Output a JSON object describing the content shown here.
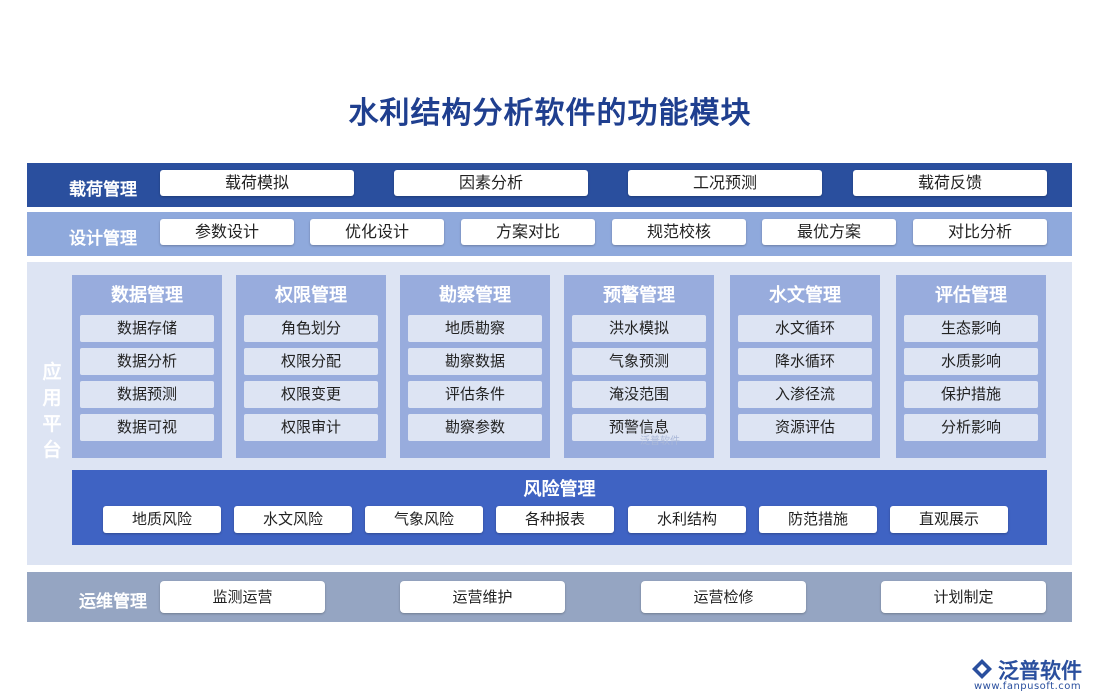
{
  "title": "水利结构分析软件的功能模块",
  "load": {
    "label": "载荷管理",
    "items": [
      "载荷模拟",
      "因素分析",
      "工况预测",
      "载荷反馈"
    ]
  },
  "design": {
    "label": "设计管理",
    "items": [
      "参数设计",
      "优化设计",
      "方案对比",
      "规范校核",
      "最优方案",
      "对比分析"
    ]
  },
  "platform": {
    "label": [
      "应",
      "用",
      "平",
      "台"
    ],
    "modules": [
      {
        "title": "数据管理",
        "items": [
          "数据存储",
          "数据分析",
          "数据预测",
          "数据可视"
        ]
      },
      {
        "title": "权限管理",
        "items": [
          "角色划分",
          "权限分配",
          "权限变更",
          "权限审计"
        ]
      },
      {
        "title": "勘察管理",
        "items": [
          "地质勘察",
          "勘察数据",
          "评估条件",
          "勘察参数"
        ]
      },
      {
        "title": "预警管理",
        "items": [
          "洪水模拟",
          "气象预测",
          "淹没范围",
          "预警信息"
        ]
      },
      {
        "title": "水文管理",
        "items": [
          "水文循环",
          "降水循环",
          "入渗径流",
          "资源评估"
        ]
      },
      {
        "title": "评估管理",
        "items": [
          "生态影响",
          "水质影响",
          "保护措施",
          "分析影响"
        ]
      }
    ],
    "risk": {
      "title": "风险管理",
      "items": [
        "地质风险",
        "水文风险",
        "气象风险",
        "各种报表",
        "水利结构",
        "防范措施",
        "直观展示"
      ]
    }
  },
  "ops": {
    "label": "运维管理",
    "items": [
      "监测运营",
      "运营维护",
      "运营检修",
      "计划制定"
    ]
  },
  "brand": {
    "name": "泛普软件",
    "url": "www.fanpusoft.com",
    "watermark": "泛普软件"
  }
}
